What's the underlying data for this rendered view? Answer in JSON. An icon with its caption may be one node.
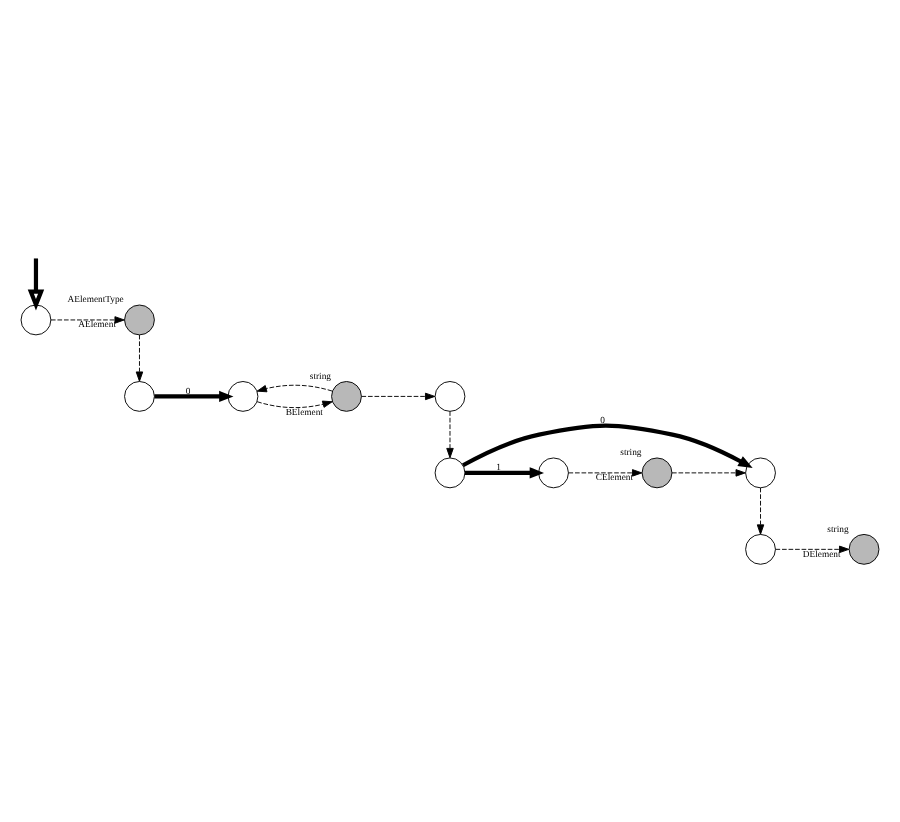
{
  "diagram": {
    "nodes": [
      {
        "text": [],
        "shape": "circle"
      },
      {
        "text": [],
        "shape": "circle",
        "beside": [
          "AElementType"
        ]
      },
      {
        "text": [],
        "shape": "circle"
      },
      {
        "text": [],
        "shape": "circle",
        "beside": [
          "string"
        ]
      },
      {
        "text": [],
        "shape": "circle"
      },
      {
        "text": [],
        "shape": "circle"
      },
      {
        "text": [],
        "shape": "circle"
      },
      {
        "text": [],
        "shape": "circle"
      },
      {
        "text": [],
        "shape": "circle",
        "beside": [
          "string"
        ]
      },
      {
        "text": [],
        "shape": "circle"
      },
      {
        "text": [],
        "shape": "circle",
        "beside": [
          "string"
        ]
      },
      {
        "text": [],
        "shape": "circle"
      }
    ],
    "edges": [
      {
        "from": null,
        "to": 0,
        "arrow": "to",
        "style": "thick"
      },
      {
        "from": 0,
        "to": 1,
        "arrow": "to",
        "label": "AElement",
        "style": "dashed"
      },
      {
        "from": 1,
        "to": 5,
        "arrow": "to",
        "style": "dashed"
      },
      {
        "from": 5,
        "to": 4,
        "arrow": "to",
        "label": "0",
        "style": "thick"
      },
      {
        "from": 4,
        "to": 3,
        "arrow": "to",
        "label": "BElement",
        "style": "dashed"
      },
      {
        "from": 3,
        "to": 4,
        "arrow": "to",
        "style": "dashed"
      },
      {
        "from": 3,
        "to": 2,
        "arrow": "to",
        "style": "dashed"
      },
      {
        "from": 2,
        "to": 6,
        "arrow": "to",
        "style": "dashed"
      },
      {
        "from": 6,
        "to": 9,
        "arrow": "to",
        "label": "0",
        "style": "thick"
      },
      {
        "from": 6,
        "to": 7,
        "arrow": "to",
        "label": "1",
        "style": "thick"
      },
      {
        "from": 7,
        "to": 8,
        "arrow": "to",
        "label": "CElement",
        "style": "dashed"
      },
      {
        "from": 8,
        "to": 9,
        "arrow": "to",
        "style": "dashed"
      },
      {
        "from": 9,
        "to": 11,
        "arrow": "to",
        "style": "dashed"
      },
      {
        "from": 11,
        "to": 10,
        "arrow": "to",
        "label": "DElement",
        "style": "dashed"
      }
    ]
  }
}
